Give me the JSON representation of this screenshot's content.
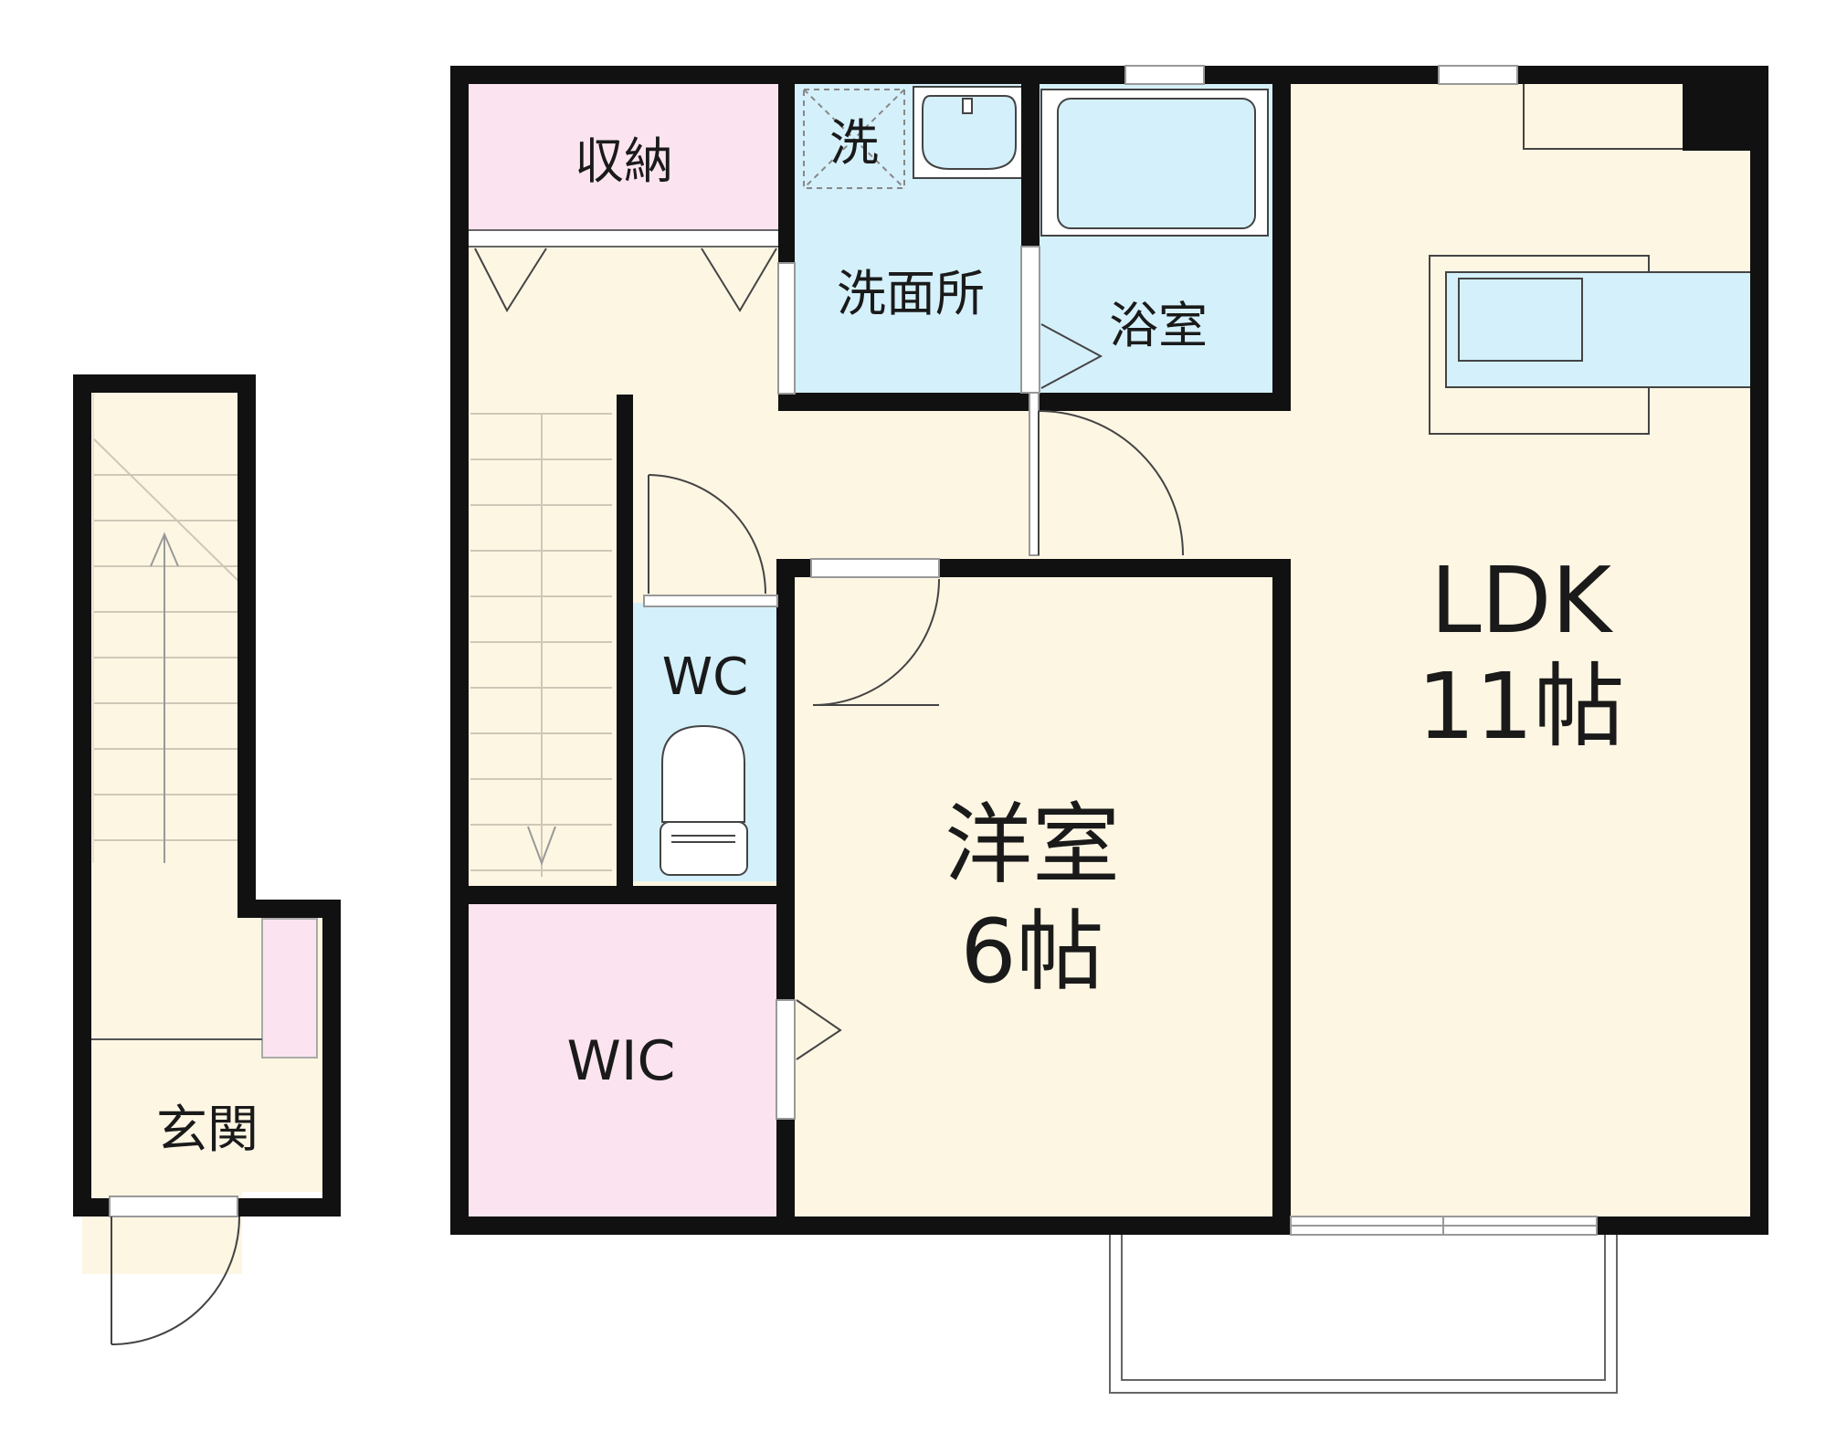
{
  "rooms": {
    "storage": "収納",
    "washer": "洗",
    "washroom": "洗面所",
    "bathroom": "浴室",
    "wc": "WC",
    "wic": "WIC",
    "entrance": "玄関",
    "western_room": {
      "name": "洋室",
      "size": "6帖"
    },
    "ldk": {
      "name": "LDK",
      "size": "11帖"
    }
  },
  "colors": {
    "wall": "#111111",
    "floor": "#fdf6e3",
    "wet_area": "#d4f0fb",
    "storage": "#fbe4ef",
    "stair_line": "#cfc8b8"
  }
}
